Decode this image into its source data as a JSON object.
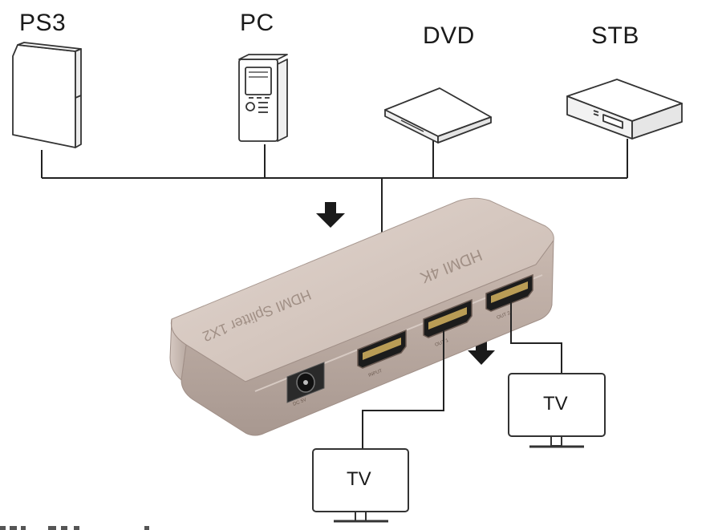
{
  "sources": [
    {
      "id": "ps3",
      "label": "PS3"
    },
    {
      "id": "pc",
      "label": "PC"
    },
    {
      "id": "dvd",
      "label": "DVD"
    },
    {
      "id": "stb",
      "label": "STB"
    }
  ],
  "outputs": [
    {
      "id": "tv-1",
      "label": "TV"
    },
    {
      "id": "tv-2",
      "label": "TV"
    }
  ],
  "device": {
    "model_text": "HDMI Splitter 1X2",
    "brand_text": "HDMI 4K",
    "port_labels": {
      "power": "DC 5V",
      "input": "INPUT",
      "out1": "OUT 1",
      "out2": "OUT 2"
    }
  },
  "colors": {
    "line": "#222222",
    "device_body": "#cbbcb4",
    "device_top": "#d8cbc4",
    "arrow": "#1a1a1a"
  }
}
